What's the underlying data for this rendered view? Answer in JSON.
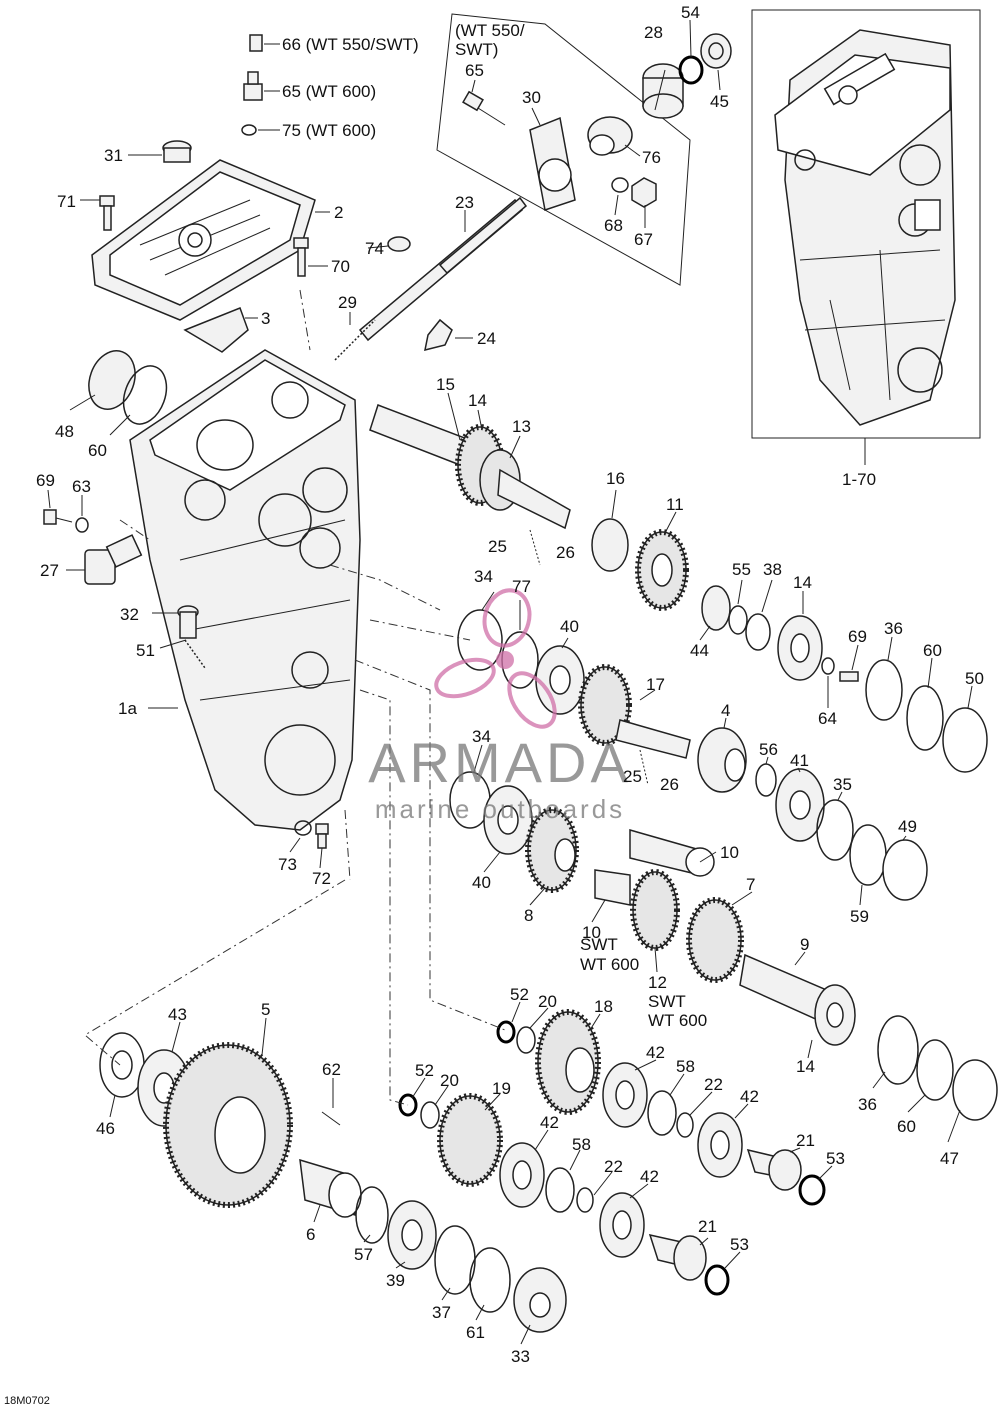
{
  "figure_code": "18M0702",
  "watermark": {
    "brand": "ARMADA",
    "tagline": "marine outboards",
    "color": "#d070a8",
    "brand_color": "#777777"
  },
  "callouts": {
    "66": "66 (WT 550/SWT)",
    "65": "65 (WT 600)",
    "75": "75 (WT 600)",
    "31": "31",
    "71": "71",
    "2": "2",
    "70": "70",
    "3": "3",
    "74": "74",
    "23": "23",
    "29": "29",
    "24": "24",
    "48": "48",
    "60a": "60",
    "28": "28",
    "54": "54",
    "45": "45",
    "65b": "65",
    "30": "30",
    "76": "76",
    "68": "68",
    "67": "67",
    "box_note": "(WT 550/ SWT)",
    "box_note_l1": "(WT 550/",
    "box_note_l2": "SWT)",
    "assembly": "1-70",
    "15": "15",
    "14a": "14",
    "13": "13",
    "69a": "69",
    "63": "63",
    "27": "27",
    "16": "16",
    "11": "11",
    "25a": "25",
    "26a": "26",
    "34a": "34",
    "77": "77",
    "40a": "40",
    "55": "55",
    "38": "38",
    "14b": "14",
    "44": "44",
    "69b": "69",
    "36a": "36",
    "60b": "60",
    "50": "50",
    "32": "32",
    "51": "51",
    "1a": "1a",
    "17": "17",
    "4": "4",
    "64": "64",
    "34b": "34",
    "56": "56",
    "41": "41",
    "35": "35",
    "25b": "25",
    "26b": "26",
    "49": "49",
    "10a": "10",
    "73": "73",
    "72": "72",
    "40b": "40",
    "8": "8",
    "10b": "10",
    "10b_l2": "SWT",
    "10b_l3": "WT 600",
    "59": "59",
    "7": "7",
    "12": "12",
    "12_l2": "SWT",
    "12_l3": "WT 600",
    "9": "9",
    "52a": "52",
    "20a": "20",
    "18": "18",
    "14c": "14",
    "43": "43",
    "5": "5",
    "62": "62",
    "42a": "42",
    "58a": "58",
    "22a": "22",
    "42b": "42",
    "36b": "36",
    "60c": "60",
    "47": "47",
    "46": "46",
    "52b": "52",
    "20b": "20",
    "19": "19",
    "42c": "42",
    "21a": "21",
    "53a": "53",
    "58b": "58",
    "22b": "22",
    "42d": "42",
    "6": "6",
    "57": "57",
    "39": "39",
    "37": "37",
    "61": "61",
    "33": "33",
    "21b": "21",
    "53b": "53"
  }
}
